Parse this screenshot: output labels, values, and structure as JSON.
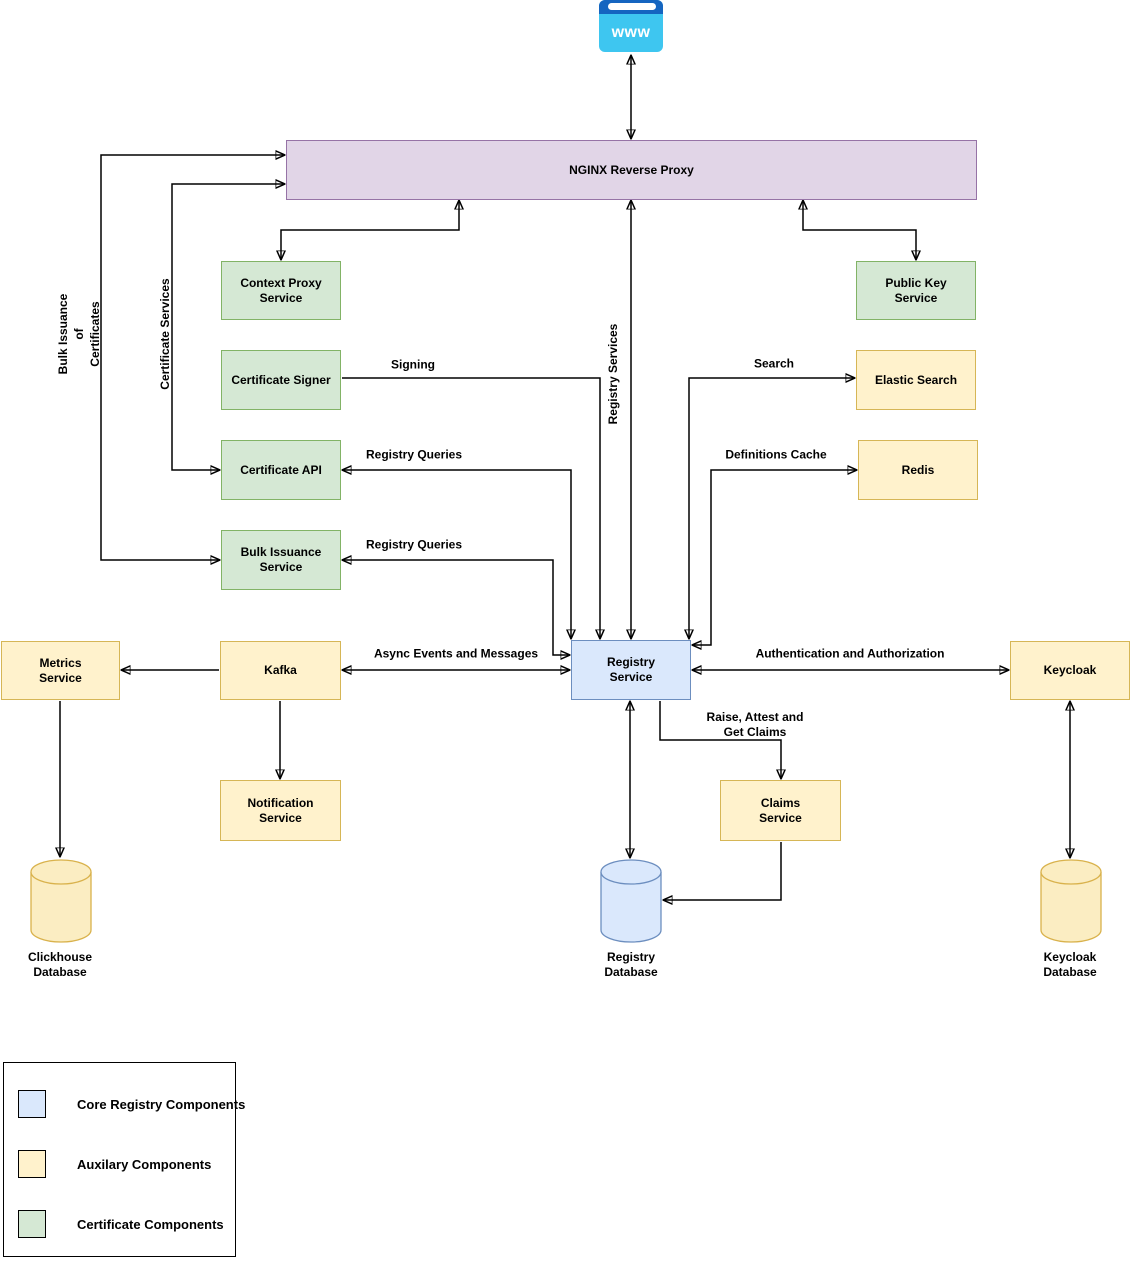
{
  "diagram": {
    "browser": {
      "label": "www"
    },
    "nodes": {
      "nginx": "NGINX Reverse Proxy",
      "context_proxy": "Context Proxy\nService",
      "certificate_signer": "Certificate Signer",
      "certificate_api": "Certificate API",
      "bulk_issuance": "Bulk Issuance\nService",
      "public_key": "Public Key\nService",
      "elastic_search": "Elastic Search",
      "redis": "Redis",
      "registry_service": "Registry\nService",
      "metrics_service": "Metrics\nService",
      "kafka": "Kafka",
      "keycloak": "Keycloak",
      "notification_service": "Notification\nService",
      "claims_service": "Claims\nService",
      "clickhouse_db": "Clickhouse\nDatabase",
      "registry_db": "Registry\nDatabase",
      "keycloak_db": "Keycloak\nDatabase"
    },
    "edge_labels": {
      "bulk_issuance_of_certificates": "Bulk Issuance\nof\nCertificates",
      "certificate_services": "Certificate Services",
      "registry_services": "Registry Services",
      "signing": "Signing",
      "registry_queries_api": "Registry Queries",
      "registry_queries_bulk": "Registry Queries",
      "search": "Search",
      "definitions_cache": "Definitions Cache",
      "async_events": "Async Events and Messages",
      "authentication": "Authentication and Authorization",
      "claims": "Raise, Attest and\nGet Claims"
    },
    "legend": {
      "items": [
        {
          "label": "Core Registry Components",
          "color": "#dae8fc",
          "border": "#6c8ebf"
        },
        {
          "label": "Auxilary Components",
          "color": "#fff2cc",
          "border": "#d6b656"
        },
        {
          "label": "Certificate Components",
          "color": "#d5e8d4",
          "border": "#82b366"
        }
      ]
    },
    "colors": {
      "proxy_fill": "#e1d5e7",
      "proxy_border": "#9673a6",
      "core_fill": "#dae8fc",
      "core_border": "#6c8ebf",
      "aux_fill": "#fff2cc",
      "aux_border": "#d6b656",
      "cert_fill": "#d5e8d4",
      "cert_border": "#82b366",
      "db_aux_fill": "#fbedc2",
      "db_aux_border": "#d9b24c",
      "browser_top": "#1565c0",
      "browser_body": "#3ec6f0",
      "line": "#000000"
    }
  }
}
